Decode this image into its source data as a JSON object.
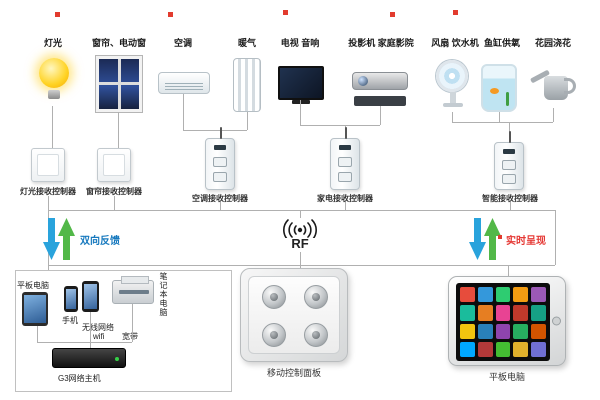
{
  "devices": [
    {
      "label": "灯光",
      "icon": "lightbulb"
    },
    {
      "label": "窗帘、电动窗",
      "icon": "window-curtain"
    },
    {
      "label": "空调",
      "icon": "air-conditioner"
    },
    {
      "label": "暖气",
      "icon": "radiator"
    },
    {
      "label": "电视 音响",
      "icon": "tv-speaker"
    },
    {
      "label": "投影机 家庭影院",
      "icon": "projector-home-theater"
    },
    {
      "label": "风扇 饮水机",
      "icon": "fan-water-dispenser"
    },
    {
      "label": "鱼缸供氧",
      "icon": "fish-tank"
    },
    {
      "label": "花园浇花",
      "icon": "watering-can"
    }
  ],
  "receivers": [
    {
      "label": "灯光接收控制器"
    },
    {
      "label": "窗帘接收控制器"
    },
    {
      "label": "空调接收控制器"
    },
    {
      "label": "家电接收控制器"
    },
    {
      "label": "智能接收控制器"
    }
  ],
  "hub": {
    "rf_label": "RF",
    "left_flow_label": "双向反馈",
    "right_flow_label": "实时呈现"
  },
  "clients": {
    "tablet_small_label": "平板电脑",
    "phone_label": "手机",
    "wireless_label": "无线网络",
    "wifi_label": "wifi",
    "laptop_label": "笔记本电脑",
    "broadband_label": "宽带",
    "host_label": "G3网络主机"
  },
  "panel": {
    "label": "移动控制面板"
  },
  "tablet": {
    "label": "平板电脑"
  },
  "colors": {
    "arrow_down": "#29a3dc",
    "arrow_up": "#52b848",
    "feedback_text": "#1779be",
    "realtime_text": "#e53935",
    "marker": "#e23b2e"
  }
}
